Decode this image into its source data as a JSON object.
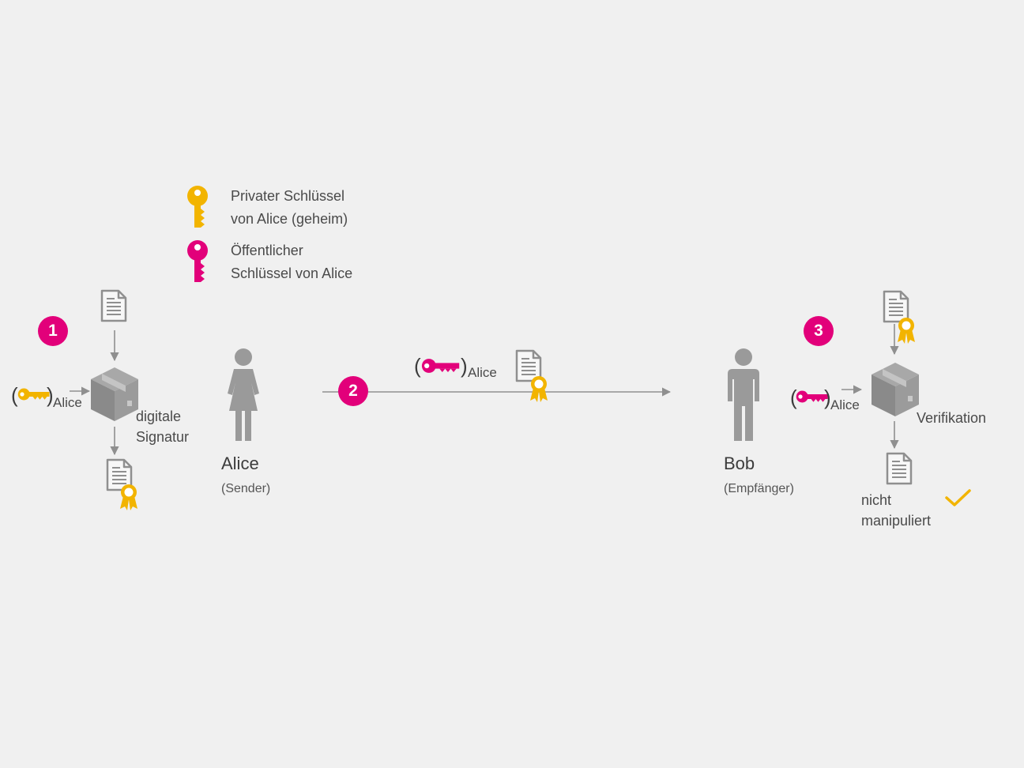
{
  "legend": {
    "private_key_line1": "Privater Schlüssel",
    "private_key_line2": "von Alice (geheim)",
    "public_key_line1": "Öffentlicher",
    "public_key_line2": "Schlüssel von Alice"
  },
  "steps": {
    "step1": {
      "number": "1",
      "key_owner": "Alice",
      "label_line1": "digitale",
      "label_line2": "Signatur"
    },
    "step2": {
      "number": "2",
      "key_owner": "Alice"
    },
    "step3": {
      "number": "3",
      "key_owner": "Alice",
      "label": "Verifikation",
      "result_line1": "nicht",
      "result_line2": "manipuliert"
    }
  },
  "sender": {
    "name": "Alice",
    "role": "(Sender)"
  },
  "receiver": {
    "name": "Bob",
    "role": "(Empfänger)"
  },
  "colors": {
    "background": "#f0f0f0",
    "magenta": "#e2007a",
    "yellow": "#f2b400",
    "gray_icon": "#9a9a9a",
    "text": "#4a4a4a"
  }
}
